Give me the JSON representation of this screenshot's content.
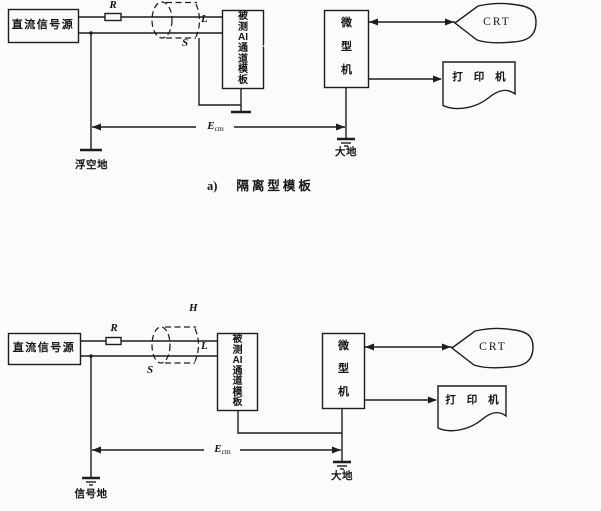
{
  "figure": {
    "caption_a": {
      "prefix": "a)",
      "title": "隔离型模板"
    },
    "diagram_a": {
      "source": "直流信号源",
      "resistor": "R",
      "shield": {
        "l": "L",
        "s": "S"
      },
      "module": {
        "chars": [
          "被",
          "测",
          "AI",
          "通",
          "道",
          "模",
          "板"
        ]
      },
      "computer": {
        "chars": [
          "微",
          "型",
          "机"
        ]
      },
      "crt": "CRT",
      "printer": "打 印 机",
      "ecm": {
        "base": "E",
        "sub": "cm"
      },
      "ground_float": "浮空地",
      "ground_earth": "大地"
    },
    "diagram_b": {
      "source": "直流信号源",
      "resistor": "R",
      "shield": {
        "h": "H",
        "l": "L",
        "s": "S"
      },
      "module": {
        "chars": [
          "被",
          "测",
          "AI",
          "通",
          "道",
          "模",
          "板"
        ]
      },
      "computer": {
        "chars": [
          "微",
          "型",
          "机"
        ]
      },
      "crt": "CRT",
      "printer": "打 印 机",
      "ecm": {
        "base": "E",
        "sub": "cm"
      },
      "ground_signal": "信号地",
      "ground_earth": "大地"
    }
  }
}
